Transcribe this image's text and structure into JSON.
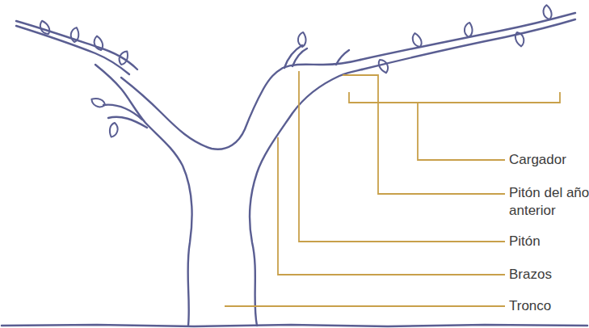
{
  "diagram": {
    "labels": [
      "Cargador",
      "Pitón del año anterior",
      "Pitón",
      "Brazos",
      "Tronco"
    ]
  }
}
